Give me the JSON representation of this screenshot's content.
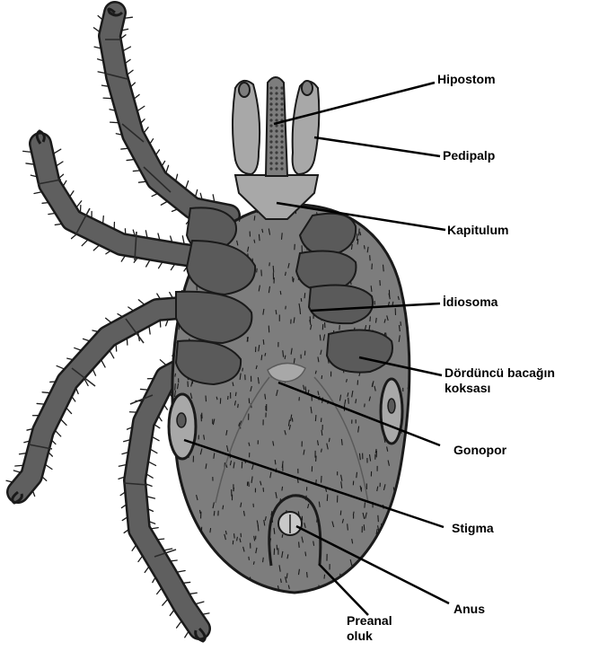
{
  "colors": {
    "leg": "#5f5f5f",
    "leg_dark": "#3a3a3a",
    "body": "#7d7d7d",
    "body_light": "#a8a8a8",
    "coxa": "#5a5a5a",
    "outline": "#1a1a1a",
    "leader_line": "#000000",
    "label_text": "#000000",
    "background": "#ffffff"
  },
  "labels": {
    "hipostom": "Hipostom",
    "pedipalp": "Pedipalp",
    "kapitulum": "Kapitulum",
    "idiosoma": "İdiosoma",
    "coxa_line1": "Dördüncü bacağın",
    "coxa_line2": "koksası",
    "gonopor": "Gonopor",
    "stigma": "Stigma",
    "anus": "Anus",
    "preanal_line1": "Preanal",
    "preanal_line2": "oluk"
  }
}
